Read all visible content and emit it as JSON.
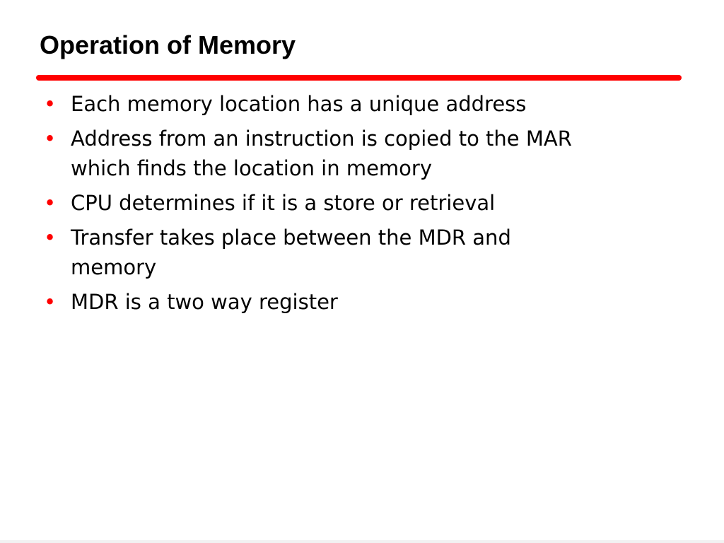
{
  "slide": {
    "title": "Operation of Memory",
    "accent_color": "#ff0000",
    "bullet_marker_color": "#ff0000",
    "bullet_marker_glyph": "•",
    "bullets": [
      "Each memory location has a unique address",
      "Address from an instruction is copied to the MAR\nwhich finds the location in memory",
      "CPU determines if it is a store or retrieval",
      "Transfer takes place between the MDR and\nmemory",
      "MDR is a two way register"
    ]
  }
}
